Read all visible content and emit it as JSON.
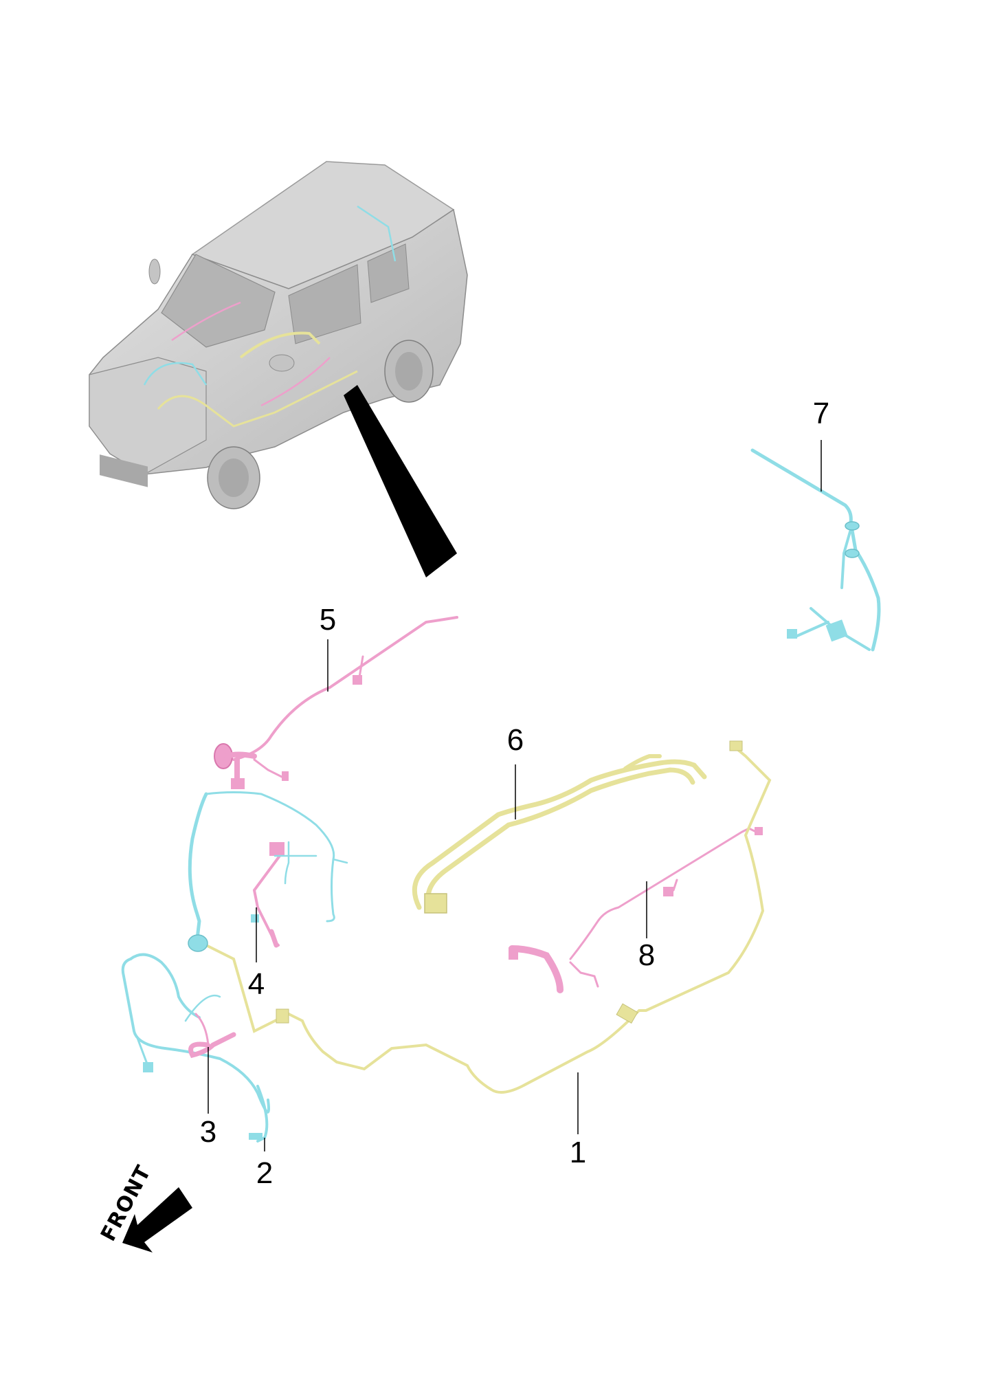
{
  "diagram": {
    "type": "exploded parts diagram",
    "subject": "vehicle wiring harness layout",
    "overview_vehicle": {
      "description": "small hatchback EV, isometric view with harness routing highlighted",
      "body_color": "#c8c8c8"
    },
    "colors": {
      "yellow_harness": "#e6e29a",
      "cyan_harness": "#8fdde6",
      "pink_harness": "#ee9fcb",
      "callout_line": "#000000",
      "pointer": "#000000"
    },
    "callouts": [
      {
        "number": "1",
        "part": "yellow floor/body harness (long)",
        "color": "yellow"
      },
      {
        "number": "2",
        "part": "cyan front harness",
        "color": "cyan"
      },
      {
        "number": "3",
        "part": "pink short ground harness",
        "color": "pink"
      },
      {
        "number": "4",
        "part": "pink front branch harness",
        "color": "pink"
      },
      {
        "number": "5",
        "part": "pink dashboard harness",
        "color": "pink"
      },
      {
        "number": "6",
        "part": "yellow battery cable harness",
        "color": "yellow"
      },
      {
        "number": "7",
        "part": "cyan tailgate/rear harness",
        "color": "cyan"
      },
      {
        "number": "8",
        "part": "pink door/side harness",
        "color": "pink"
      }
    ],
    "orientation": {
      "label": "FRONT",
      "arrow": "arrow pointing lower-left"
    }
  }
}
